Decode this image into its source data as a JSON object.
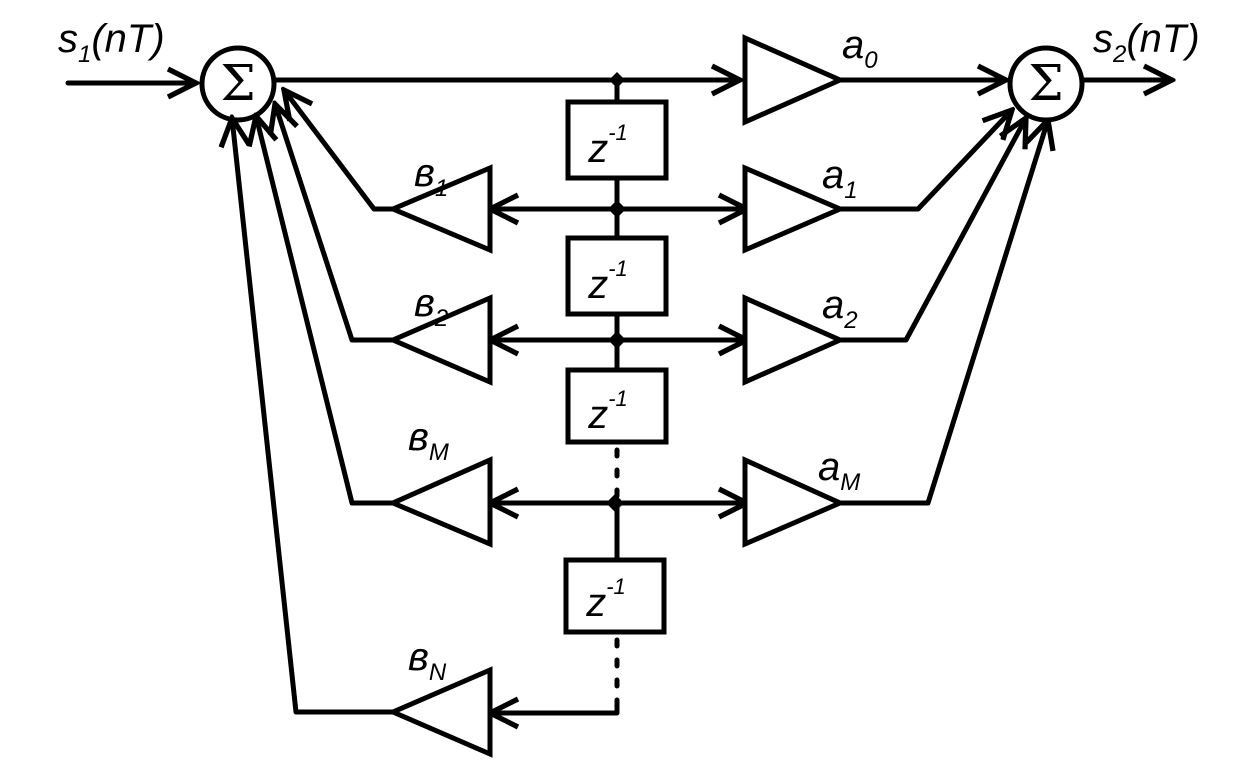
{
  "diagram": {
    "type": "IIR digital filter block diagram (direct form II)",
    "input": {
      "base": "s",
      "sub": "1",
      "arg": "(nT)"
    },
    "output": {
      "base": "s",
      "sub": "2",
      "arg": "(nT)"
    },
    "summer_symbol": "Σ",
    "delay": {
      "base": "z",
      "exp": "-1"
    },
    "feedforward": [
      {
        "base": "a",
        "sub": "0"
      },
      {
        "base": "a",
        "sub": "1"
      },
      {
        "base": "a",
        "sub": "2"
      },
      {
        "base": "a",
        "sub": "M"
      }
    ],
    "feedback": [
      {
        "base": "в",
        "sub": "1"
      },
      {
        "base": "в",
        "sub": "2"
      },
      {
        "base": "в",
        "sub": "M"
      },
      {
        "base": "в",
        "sub": "N"
      }
    ]
  }
}
